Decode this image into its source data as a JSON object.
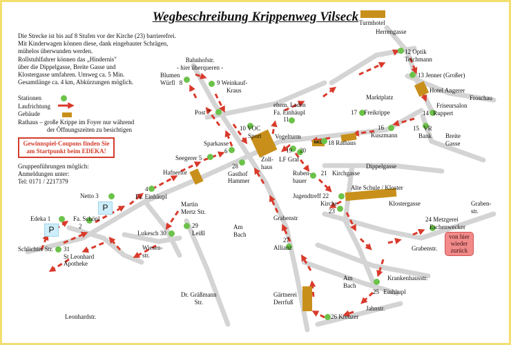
{
  "title": "Wegbeschreibung Krippenweg Vilseck",
  "intro": [
    "Die Strecke ist bis auf 8 Stufen vor der Kirche (23) barrierefrei.",
    "Mit Kinderwagen können diese, dank eingebauter Schrägen,",
    "mühelos überwunden werden.",
    "Rollstuhlfahrer können das „Hindernis\"",
    "über die Dippelgasse, Breite Gasse und",
    "Klostergasse umfahren. Umweg ca. 5 Min.",
    "Gesamtlänge ca. 4 km, Abkürzungen möglich."
  ],
  "legend": {
    "stations": "Stationen",
    "direction": "Laufrichtung",
    "building": "Gebäude",
    "rathaus_1": "Rathaus – große Krippe im Foyer nur während",
    "rathaus_2": "der Öffnungszeiten zu besichtigen"
  },
  "coupon": [
    "Gewinnspiel-Coupons finden Sie",
    "am Startpunkt beim EDEKA!"
  ],
  "group": [
    "Gruppenführungen möglich:",
    "Anmeldungen unter:",
    "Tel: 0171 / 2217379"
  ],
  "stations": [
    {
      "n": "1",
      "name": "Edeka"
    },
    {
      "n": "2",
      "name": "Fa. Schönl"
    },
    {
      "n": "3",
      "name": "Netto"
    },
    {
      "n": "4",
      "name": "Fa. Einhäupl"
    },
    {
      "n": "5",
      "name": "Seegerer"
    },
    {
      "n": "6",
      "name": "Sparkasse"
    },
    {
      "n": "7",
      "name": "Post"
    },
    {
      "n": "8",
      "name": "Blumen Würfl"
    },
    {
      "n": "9",
      "name": "Weinkauf-Kraus"
    },
    {
      "n": "10",
      "name": "VOC Sport"
    },
    {
      "n": "11",
      "name": "ehem. Laden Fa. Einhäupl"
    },
    {
      "n": "12",
      "name": "Optik Teichmann"
    },
    {
      "n": "13",
      "name": "Jenner (Großer)"
    },
    {
      "n": "14",
      "name": "Friseursalon Ruppert"
    },
    {
      "n": "15",
      "name": "VR Bank"
    },
    {
      "n": "16",
      "name": "Kuszmann"
    },
    {
      "n": "17",
      "name": "Freikrippe"
    },
    {
      "n": "18",
      "name": "Rathaus"
    },
    {
      "n": "19",
      "name": "Vogelturm"
    },
    {
      "n": "20",
      "name": "LF Graf"
    },
    {
      "n": "21",
      "name": "Rubenbauer"
    },
    {
      "n": "22",
      "name": "Jugendtreff"
    },
    {
      "n": "23",
      "name": "Kirche"
    },
    {
      "n": "24",
      "name": "Metzgerei Eschenwecker"
    },
    {
      "n": "25",
      "name": "Einhäupl"
    },
    {
      "n": "26",
      "name": "Kreuzer"
    },
    {
      "n": "27",
      "name": "Allianz"
    },
    {
      "n": "28",
      "name": "Gasthof Hammer"
    },
    {
      "n": "29",
      "name": "Leißl"
    },
    {
      "n": "30",
      "name": "Lukesch"
    },
    {
      "n": "31",
      "name": "St Leonhard Apotheke"
    }
  ],
  "parking": "P",
  "nkd": "NKD",
  "places": {
    "turmhotel": "Turmhotel",
    "hotel_angerer": "Hotel Angerer",
    "zollhaus": "Zoll-\nhaus",
    "alte_schule": "Alte Schule / Kloster",
    "gaertnerei": "Gärtnerei\nDerrfuß",
    "marktplatz": "Marktplatz"
  },
  "streets": {
    "herrengasse": "Herrengasse",
    "bahnhofstr": "Bahnhofstr.\n- hier überqueren -",
    "froschau": "Froschau",
    "breite_gasse": "Breite\nGasse",
    "kirchgasse": "Kirchgasse",
    "dippelgasse": "Dippelgasse",
    "klostergasse": "Klostergasse",
    "grabenstr_right": "Graben-\nstr.",
    "grabenstr_lower": "Grabenstr.",
    "grabenstr_mid": "Grabenstr",
    "krankenhausstr": "Krankenhausstr.",
    "am_bach_mid": "Am\nBach",
    "am_bach_low": "Am\nBach",
    "jahnstr": "Jahnstr.",
    "hafnertor": "Hafnertor",
    "martin_mertz": "Martin\nMertz Str.",
    "wiesenstr": "Wiesen-\nstr.",
    "schlichter": "Schlichter Str.",
    "graessmann": "Dr. Gräßmann\nStr.",
    "leonhardstr": "Leonhardstr."
  },
  "return_box": "von hier\nwieder\nzurück",
  "colors": {
    "station": "#6cc24a",
    "arrow": "#d93a2b",
    "building": "#c8901a",
    "street": "#cfcfcf",
    "parking": "#cdeefa",
    "return": "#f28a8a",
    "frame": "#f2df6e"
  }
}
